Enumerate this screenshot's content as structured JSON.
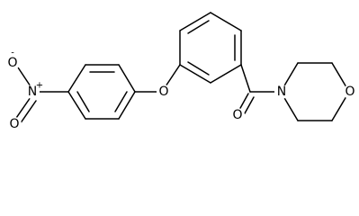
{
  "molecule": {
    "atoms": {
      "ether_oxygen": "O",
      "carbonyl_oxygen": "O",
      "morpholine_nitrogen": "N",
      "morpholine_oxygen": "O",
      "nitro_nitrogen": "N",
      "nitro_oxygen_upper": "O",
      "nitro_oxygen_lower": "O"
    },
    "charges": {
      "nitro_nitrogen": "+",
      "nitro_oxygen_upper": "-"
    }
  },
  "colors": {
    "bond": "#000000",
    "label": "#000000",
    "background": "#ffffff"
  }
}
